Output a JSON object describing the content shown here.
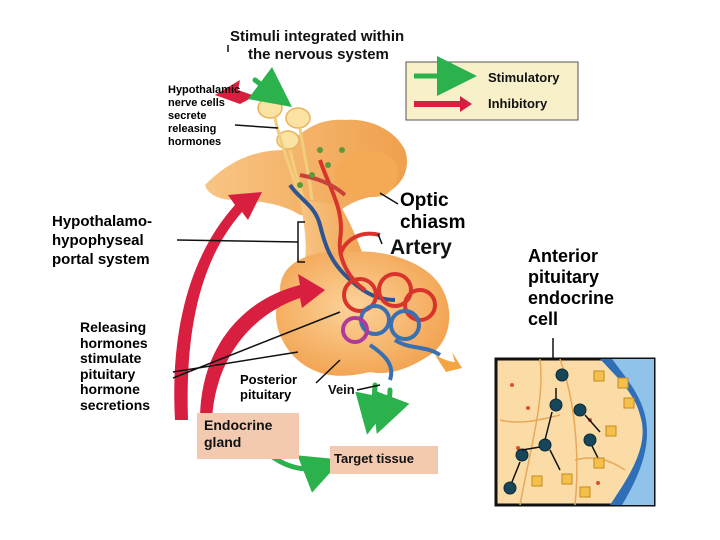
{
  "header": {
    "line1": "Stimuli integrated within",
    "line2": "the nervous system"
  },
  "legend": {
    "stimulatory_label": "Stimulatory",
    "inhibitory_label": "Inhibitory",
    "stimulatory_color": "#2bb24c",
    "inhibitory_color": "#d81f3f"
  },
  "labels": {
    "hypothalamic": [
      "Hypothalamic",
      "nerve cells",
      "secrete",
      "releasing",
      "hormones"
    ],
    "optic": [
      "Optic",
      "chiasm"
    ],
    "artery": "Artery",
    "portal": [
      "Hypothalamo-",
      "hypophyseal",
      "portal system"
    ],
    "releasing": [
      "Releasing",
      "hormones",
      "stimulate",
      "pituitary",
      "hormone",
      "secretions"
    ],
    "posterior": [
      "Posterior",
      "pituitary"
    ],
    "vein": "Vein",
    "anterior_cell": [
      "Anterior",
      "pituitary",
      "endocrine",
      "cell"
    ]
  },
  "boxes": {
    "endocrine": [
      "Endocrine",
      "gland"
    ],
    "target": "Target tissue"
  },
  "colors": {
    "tissue": "#f7b768",
    "tissue_dark": "#e88f3a",
    "artery_red": "#d8342c",
    "vein_blue": "#3a6fb0",
    "box_fill": "#f3c9b0",
    "legend_fill": "#f7f0c8"
  }
}
